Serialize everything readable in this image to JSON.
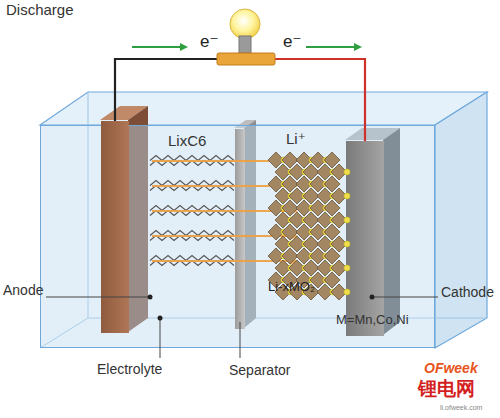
{
  "diagram": {
    "nodes": [
      {
        "text": [
          "Electrolyte"
        ]
      },
      {
        "text": [
          "Anode"
        ],
        "in": 0
      },
      {
        "text": [
          "Separator"
        ],
        "in": 0
      },
      {
        "text": [
          "Cathode"
        ],
        "in": 0
      }
    ],
    "edges": [
      {
        "from": 1,
        "to": 3,
        "arrow": "none"
      }
    ],
    "labels": [
      "Discharge",
      "e⁻",
      "e⁻",
      "LixC6",
      "Li⁺",
      "Li-xMO₂",
      "M=Mn,Co,Ni",
      "OFweek",
      "锂电网",
      "li.ofweek.com"
    ]
  }
}
